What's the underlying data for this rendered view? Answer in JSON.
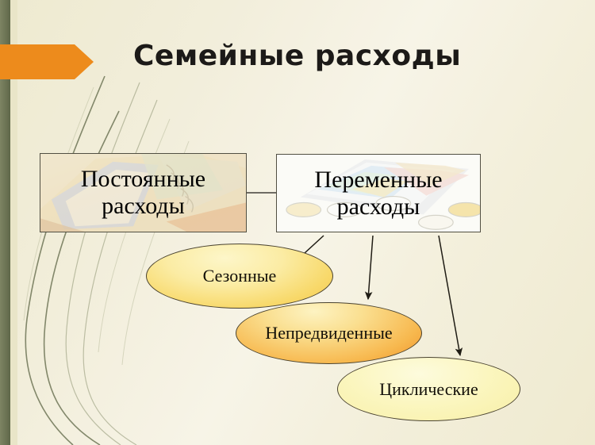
{
  "slide": {
    "title": "Семейные расходы",
    "background_color": "#f2eedb",
    "accent_color": "#ed8b1c",
    "stripe_color": "#6d7455"
  },
  "diagram": {
    "type": "hierarchy",
    "boxes": [
      {
        "id": "fixed",
        "label": "Постоянные расходы",
        "art": "notebook-photo",
        "border_color": "#514f42"
      },
      {
        "id": "variable",
        "label": "Переменные расходы",
        "art": "banknotes-coins-photo",
        "border_color": "#514f42"
      }
    ],
    "ellipses": [
      {
        "id": "seasonal",
        "label": "Сезонные",
        "fill": "#f8d96b"
      },
      {
        "id": "unforeseen",
        "label": "Непредвиденные",
        "fill": "#f7b84e"
      },
      {
        "id": "cyclic",
        "label": "Циклические",
        "fill": "#f7efa6"
      }
    ],
    "connectors": [
      {
        "from": "fixed",
        "to": "variable",
        "style": "elbow-line",
        "arrow": false
      },
      {
        "from": "variable",
        "to": "seasonal",
        "style": "straight",
        "arrow": true
      },
      {
        "from": "variable",
        "to": "unforeseen",
        "style": "straight",
        "arrow": true
      },
      {
        "from": "variable",
        "to": "cyclic",
        "style": "straight",
        "arrow": true
      }
    ]
  }
}
